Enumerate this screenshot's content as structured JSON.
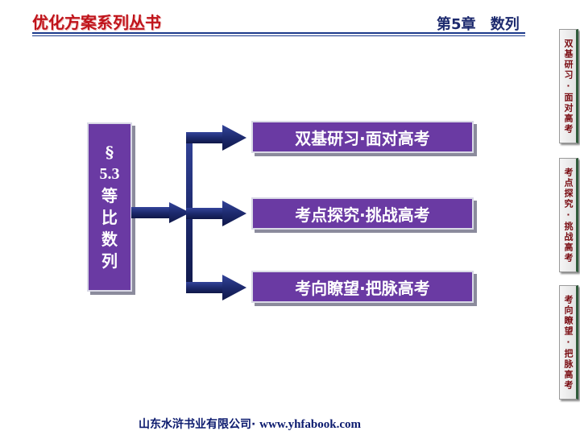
{
  "header": {
    "book_series": "优化方案系列丛书",
    "chapter": "第5章 数列"
  },
  "section": {
    "symbol": "§",
    "number": "5.3",
    "title_chars": [
      "等",
      "比",
      "数",
      "列"
    ]
  },
  "menu": [
    {
      "label": "双基研习·面对高考"
    },
    {
      "label": "考点探究·挑战高考"
    },
    {
      "label": "考向瞭望·把脉高考"
    }
  ],
  "side_tabs": [
    {
      "label": "双基研习·面对高考"
    },
    {
      "label": "考点探究·挑战高考"
    },
    {
      "label": "考向瞭望·把脉高考"
    }
  ],
  "footer": {
    "publisher": "山东水浒书业有限公司·",
    "url": "www.yhfabook.com"
  },
  "colors": {
    "accent_purple": "#6a3aa3",
    "arrow_navy": "#1d2a6e",
    "title_red": "#c0141b"
  }
}
